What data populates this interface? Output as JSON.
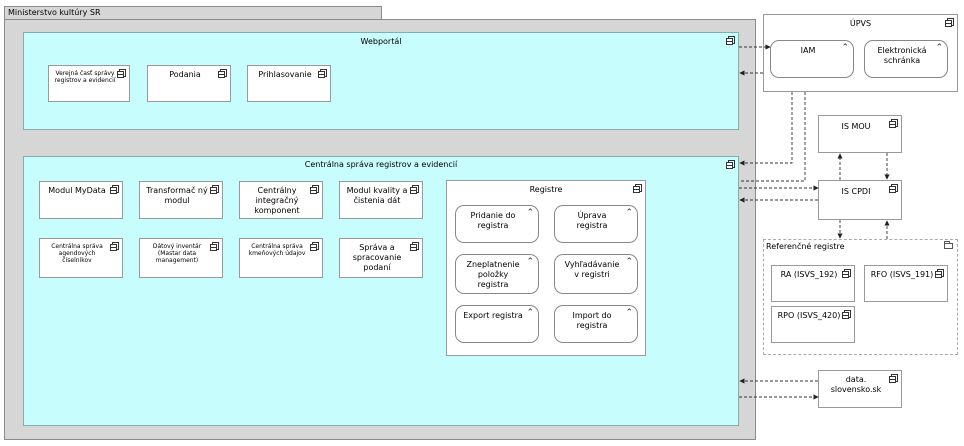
{
  "ministry": {
    "label": "Ministerstvo kultúry SR"
  },
  "webportal": {
    "title": "Webportál",
    "components": [
      "Verejná časť správy registrov a evidencií",
      "Podania",
      "Prihlasovanie"
    ]
  },
  "central": {
    "title": "Centrálna správa registrov a evidencií",
    "modules_row1": [
      "Modul MyData",
      "Transformač ný modul",
      "Centrálny integračný komponent",
      "Modul kvality a čistenia dát"
    ],
    "modules_row2": [
      "Centrálna správa agendových číselníkov",
      "Dátový inventár (Mastar data management)",
      "Centrálna správa kmeňových údajov",
      "Správa a spracovanie podaní"
    ],
    "registre": {
      "title": "Registre",
      "services": [
        "Pridanie do registra",
        "Úprava registra",
        "Zneplatnenie položky registra",
        "Vyhľadávanie v registri",
        "Export registra",
        "Import do registra"
      ]
    }
  },
  "upvs": {
    "title": "ÚPVS",
    "services": [
      "IAM",
      "Elektronická schránka"
    ]
  },
  "is_mou": {
    "label": "IS MOU"
  },
  "is_cpdi": {
    "label": "IS CPDI"
  },
  "ref": {
    "title": "Referenčné registre",
    "items": [
      "RA (ISVS_192)",
      "RFO (ISVS_191)",
      "RPO (ISVS_420)"
    ]
  },
  "data_sk": {
    "label": "data. slovensko.sk"
  }
}
